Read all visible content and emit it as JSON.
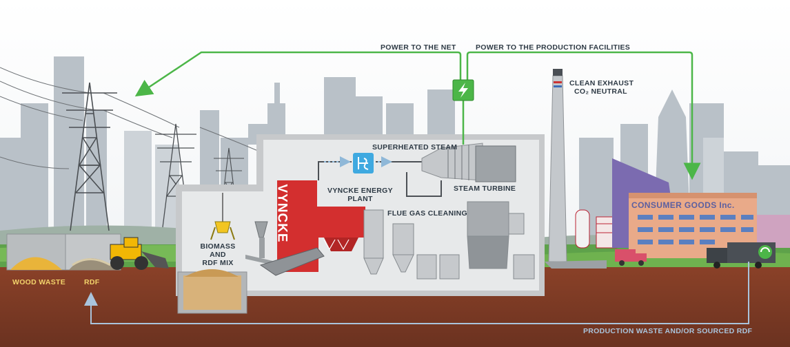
{
  "labels": {
    "power_to_net": "POWER TO THE NET",
    "power_to_production": "POWER TO THE PRODUCTION FACILITIES",
    "clean_exhaust": "CLEAN EXHAUST",
    "co2_neutral": "CO₂ NEUTRAL",
    "superheated_steam": "SUPERHEATED STEAM",
    "vyncke_energy_plant_1": "VYNCKE ENERGY",
    "vyncke_energy_plant_2": "PLANT",
    "steam_turbine": "STEAM TURBINE",
    "flue_gas_cleaning": "FLUE GAS CLEANING",
    "biomass_1": "BIOMASS",
    "biomass_2": "AND",
    "biomass_3": "RDF MIX",
    "wood_waste": "WOOD WASTE",
    "rdf": "RDF",
    "production_waste": "PRODUCTION WASTE AND/OR SOURCED RDF",
    "brand": "VYNCKE",
    "company": "CONSUMER GOODS Inc."
  },
  "colors": {
    "sky": "#ffffff",
    "city": "#b8c0c7",
    "ground": "#7a3a24",
    "power_line": "#4cb648",
    "boiler": "#d32f2f",
    "return_line": "#a9c4dc",
    "company_building": "#e7a98a"
  },
  "icons": {
    "power": "lightning-bolt-icon",
    "heat_exchanger": "heat-exchanger-icon",
    "recycle": "recycle-icon"
  }
}
